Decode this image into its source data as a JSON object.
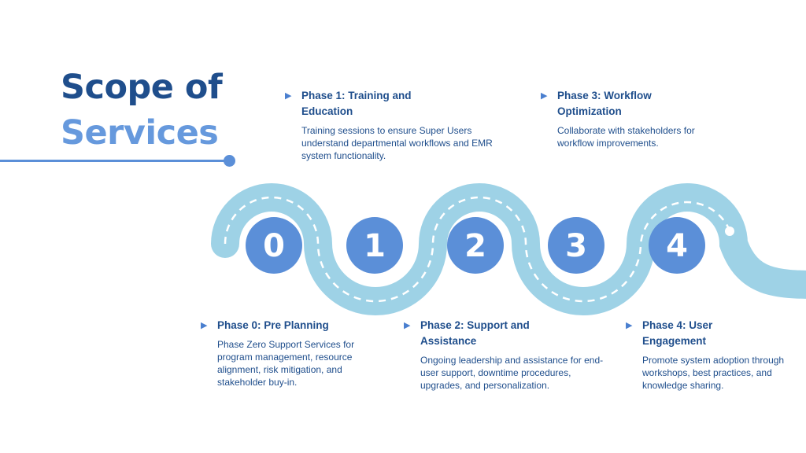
{
  "title": {
    "line1": "Scope of",
    "line2": "Services"
  },
  "colors": {
    "road": "#9ed2e6",
    "circle": "#5b8fd8",
    "heading_dark": "#1f4e8c",
    "heading_light": "#6699dd",
    "dash": "#ffffff"
  },
  "steps": [
    "0",
    "1",
    "2",
    "3",
    "4"
  ],
  "phases": [
    {
      "title": "Phase 0: Pre Planning",
      "description": "Phase Zero Support Services for program management, resource alignment, risk mitigation, and stakeholder buy-in."
    },
    {
      "title": "Phase 1: Training and Education",
      "description": "Training sessions to ensure Super Users understand departmental workflows and EMR system functionality."
    },
    {
      "title": "Phase 2: Support and Assistance",
      "description": "Ongoing leadership and assistance for end-user support, downtime procedures, upgrades, and personalization."
    },
    {
      "title": "Phase 3: Workflow Optimization",
      "description": "Collaborate with stakeholders for workflow improvements."
    },
    {
      "title": "Phase 4: User Engagement",
      "description": "Promote system adoption through workshops, best practices, and knowledge sharing."
    }
  ]
}
